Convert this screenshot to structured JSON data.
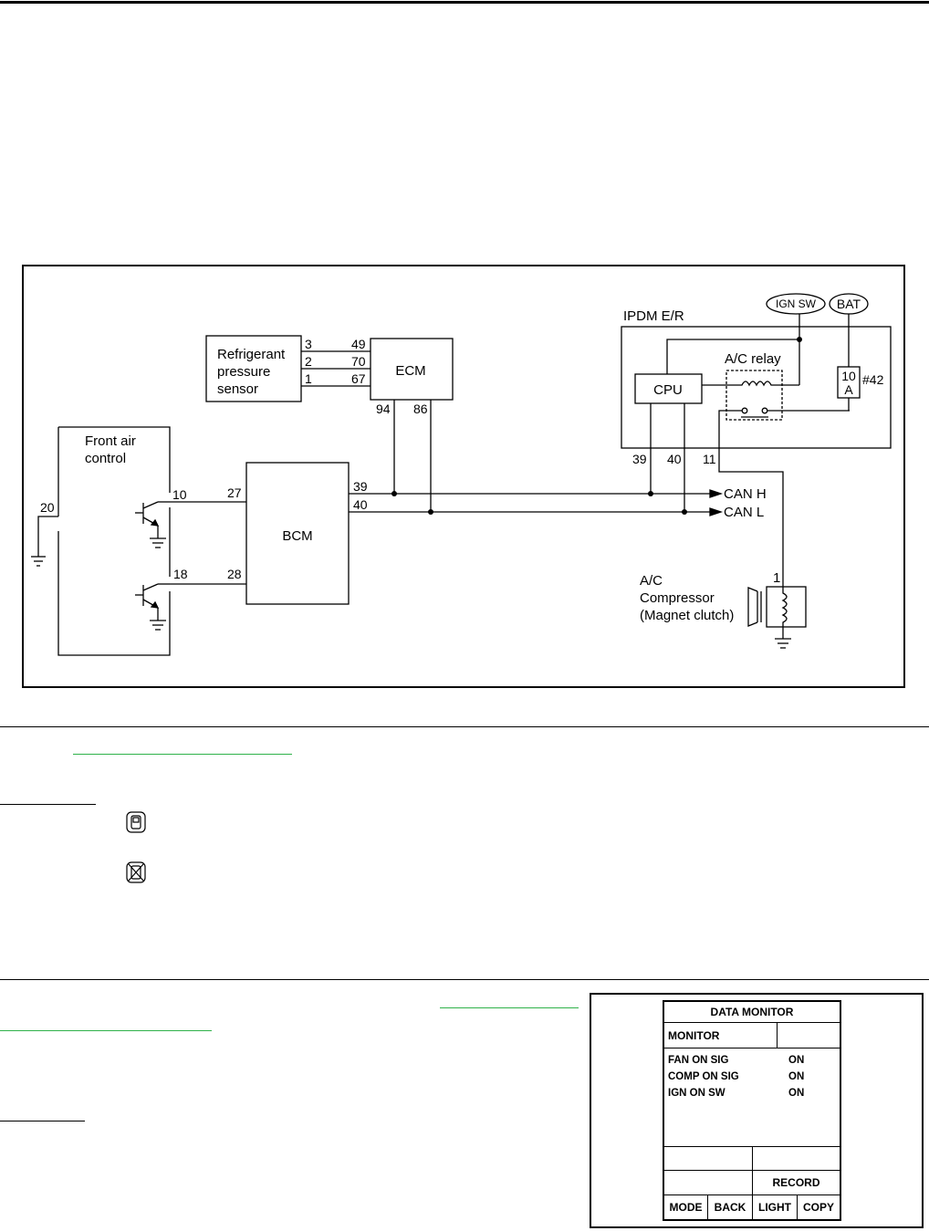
{
  "diagram": {
    "refrigerant_sensor_lines": [
      "Refrigerant",
      "pressure",
      "sensor"
    ],
    "ecm": "ECM",
    "front_air_control_lines": [
      "Front air",
      "control"
    ],
    "bcm": "BCM",
    "ipdm": "IPDM E/R",
    "cpu": "CPU",
    "ac_relay": "A/C relay",
    "ign_sw": "IGN SW",
    "bat": "BAT",
    "fuse_lines": [
      "10",
      "A"
    ],
    "fuse_no": "#42",
    "can_h": "CAN H",
    "can_l": "CAN L",
    "compressor_lines": [
      "A/C",
      "Compressor",
      "(Magnet clutch)"
    ],
    "pins": {
      "sensor": [
        "3",
        "2",
        "1"
      ],
      "ecm_in": [
        "49",
        "70",
        "67"
      ],
      "ecm_out": [
        "94",
        "86"
      ],
      "fac_ground": "20",
      "fac_out1": "10",
      "fac_out2": "18",
      "bcm_in1": "27",
      "bcm_in2": "28",
      "bcm_can_h": "39",
      "bcm_can_l": "40",
      "ipdm_can_h": "39",
      "ipdm_can_l": "40",
      "ipdm_out": "11",
      "compressor": "1"
    }
  },
  "data_monitor": {
    "title": "DATA MONITOR",
    "monitor": "MONITOR",
    "signals": [
      {
        "name": "FAN ON SIG",
        "value": "ON"
      },
      {
        "name": "COMP ON SIG",
        "value": "ON"
      },
      {
        "name": "IGN ON SW",
        "value": "ON"
      }
    ],
    "record": "RECORD",
    "buttons": [
      "MODE",
      "BACK",
      "LIGHT",
      "COPY"
    ]
  }
}
